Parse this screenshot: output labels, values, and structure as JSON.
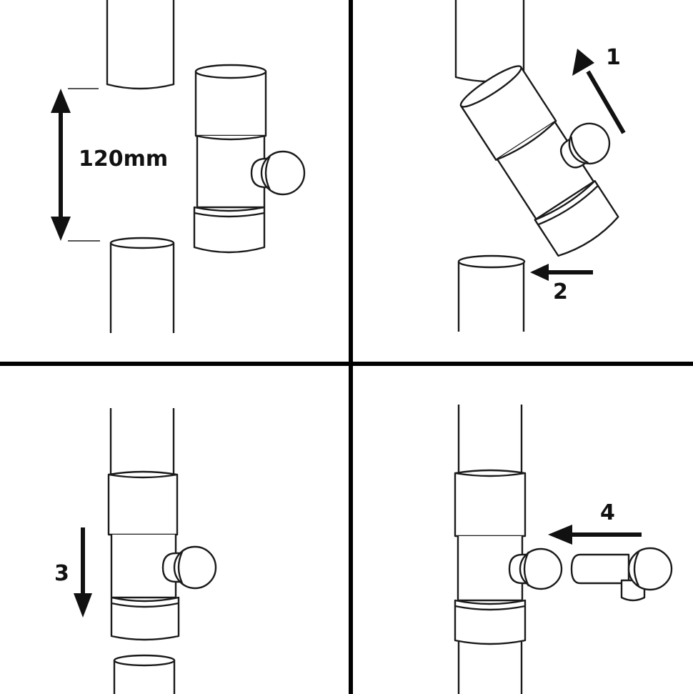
{
  "panels": [
    {
      "id": "step-measure",
      "label": "120mm"
    },
    {
      "id": "step-fit-angle",
      "labels": [
        "1",
        "2"
      ]
    },
    {
      "id": "step-push-down",
      "label": "3"
    },
    {
      "id": "step-attach-tap",
      "label": "4"
    }
  ],
  "colors": {
    "ink": "#1a1a1a",
    "background": "#ffffff",
    "divider": "#000000"
  }
}
